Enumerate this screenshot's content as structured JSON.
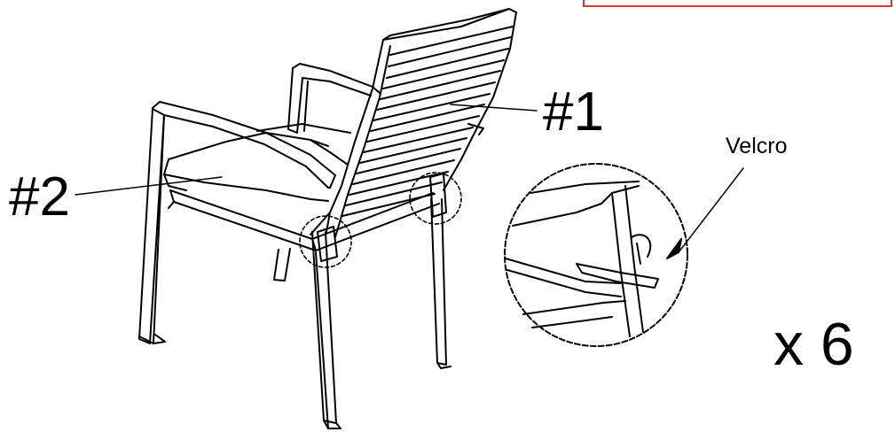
{
  "labels": {
    "cushion_back": "#1",
    "cushion_seat": "#2",
    "velcro": "Velcro",
    "quantity": "x 6"
  },
  "colors": {
    "line": "#000000",
    "callout_border": "#e0352b",
    "background": "#ffffff"
  }
}
